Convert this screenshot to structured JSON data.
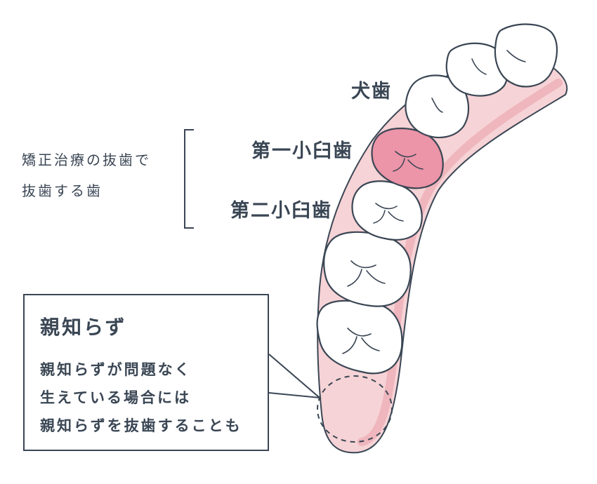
{
  "labels": {
    "canine": "犬歯",
    "first_premolar": "第一小臼歯",
    "second_premolar": "第二小臼歯"
  },
  "extraction_note": {
    "line1": "矯正治療の抜歯で",
    "line2": "抜歯する歯"
  },
  "wisdom_callout": {
    "title": "親知らず",
    "lines": [
      "親知らずが問題なく",
      "生えている場合には",
      "親知らずを抜歯することも"
    ]
  },
  "colors": {
    "gum": "#f6d3d6",
    "gum_inner": "#efb6bd",
    "outline": "#3a4654",
    "highlight_tooth": "#ec94a8",
    "tooth": "#ffffff"
  }
}
